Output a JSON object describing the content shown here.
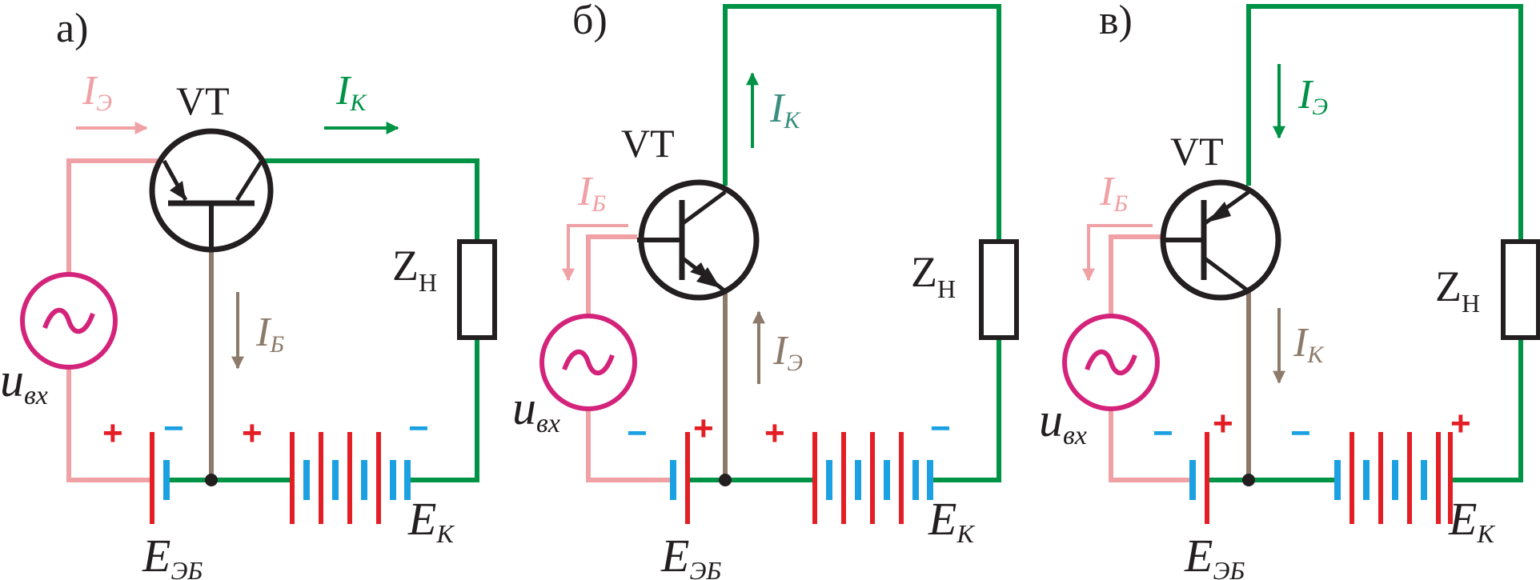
{
  "colors": {
    "pink": "#f0a1a5",
    "green": "#009245",
    "brown": "#8c7b6b",
    "magenta": "#d4237a",
    "red": "#e31e24",
    "blue": "#1ba1e2",
    "black": "#231f20",
    "teal": "#3a8f7e"
  },
  "icons": [
    "ac-source-icon",
    "transistor-icon",
    "battery-icon",
    "resistor-icon",
    "arrow-icon"
  ],
  "panels": [
    {
      "label": "а)",
      "transistor": "VT",
      "load": {
        "main": "Z",
        "sub": "Н"
      },
      "source": {
        "symbol": "~",
        "main": "u",
        "sub": "вх"
      },
      "currents": {
        "emitter": {
          "main": "I",
          "sub": "Э"
        },
        "collector": {
          "main": "I",
          "sub": "К"
        },
        "base": {
          "main": "I",
          "sub": "Б"
        }
      },
      "bias_battery": {
        "main": "E",
        "sub": "ЭБ",
        "left_sign": "+",
        "right_sign": "−"
      },
      "supply_battery": {
        "main": "E",
        "sub": "К",
        "left_sign": "+",
        "right_sign": "−"
      }
    },
    {
      "label": "б)",
      "transistor": "VT",
      "load": {
        "main": "Z",
        "sub": "Н"
      },
      "source": {
        "symbol": "~",
        "main": "u",
        "sub": "вх"
      },
      "currents": {
        "collector": {
          "main": "I",
          "sub": "К"
        },
        "base": {
          "main": "I",
          "sub": "Б"
        },
        "emitter": {
          "main": "I",
          "sub": "Э"
        }
      },
      "bias_battery": {
        "main": "E",
        "sub": "ЭБ",
        "left_sign": "−",
        "right_sign": "+"
      },
      "supply_battery": {
        "main": "E",
        "sub": "К",
        "left_sign": "+",
        "right_sign": "−"
      }
    },
    {
      "label": "в)",
      "transistor": "VT",
      "load": {
        "main": "Z",
        "sub": "Н"
      },
      "source": {
        "symbol": "~",
        "main": "u",
        "sub": "вх"
      },
      "currents": {
        "emitter": {
          "main": "I",
          "sub": "Э"
        },
        "base": {
          "main": "I",
          "sub": "Б"
        },
        "collector": {
          "main": "I",
          "sub": "К"
        }
      },
      "bias_battery": {
        "main": "E",
        "sub": "ЭБ",
        "left_sign": "−",
        "right_sign": "+"
      },
      "supply_battery": {
        "main": "E",
        "sub": "К",
        "left_sign": "−",
        "right_sign": "+"
      }
    }
  ]
}
